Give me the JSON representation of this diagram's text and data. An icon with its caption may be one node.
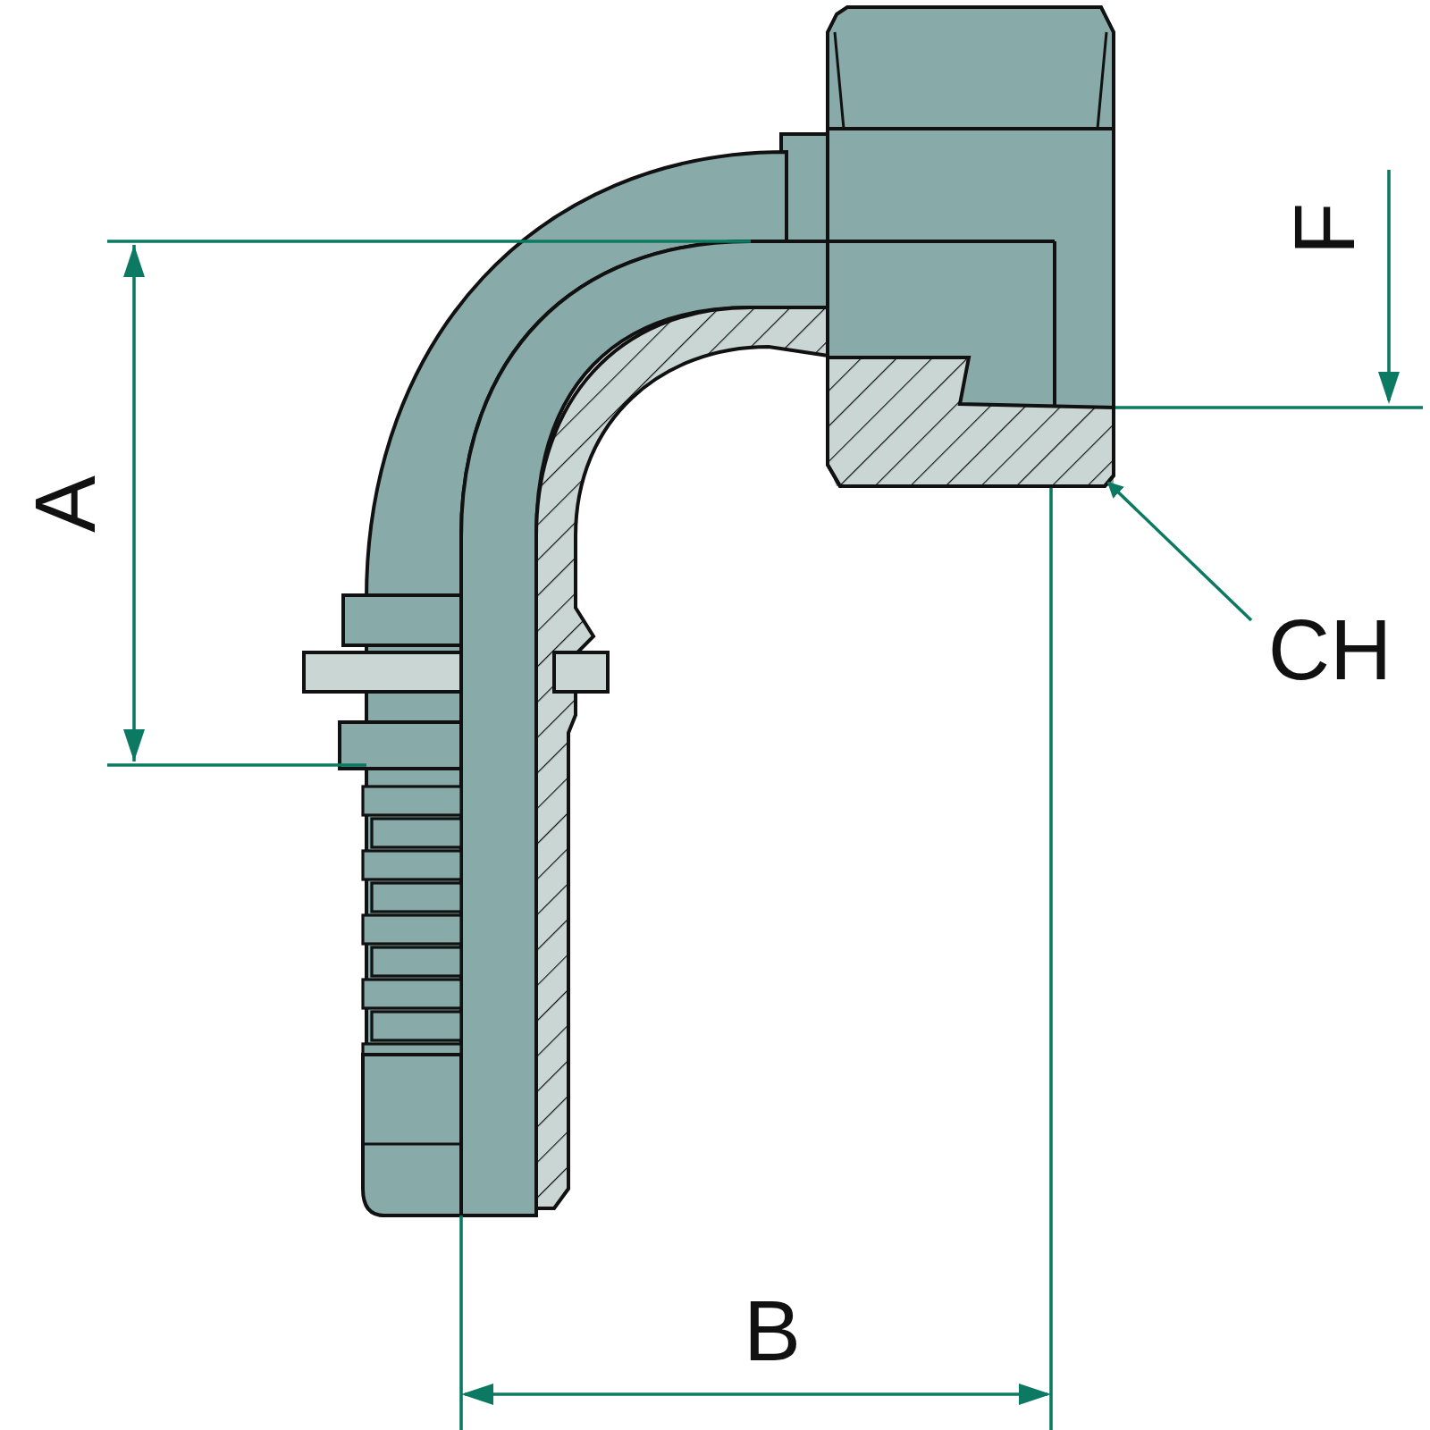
{
  "diagram": {
    "nodes": [
      {
        "text": [
          "CH"
        ]
      },
      {
        "text": [],
        "shape": "picture"
      }
    ],
    "edges": [
      {
        "from": 0,
        "to": 1,
        "arrow": "to"
      }
    ],
    "labels": [
      "F",
      "A",
      "B"
    ]
  }
}
